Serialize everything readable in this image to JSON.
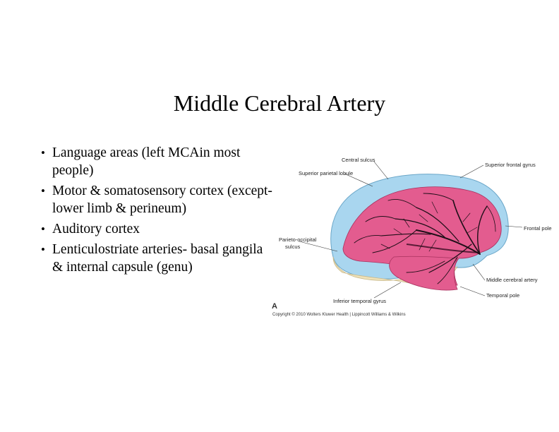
{
  "slide": {
    "title": "Middle Cerebral Artery",
    "bullets": [
      "Language areas (left MCAin most people)",
      "Motor & somatosensory cortex (except- lower limb & perineum)",
      "Auditory cortex",
      "Lenticulostriate arteries- basal gangila & internal capsule (genu)"
    ]
  },
  "figure": {
    "labels": {
      "central_sulcus": "Central sulcus",
      "superior_parietal_lobule": "Superior parietal lobule",
      "superior_frontal_gyrus": "Superior frontal gyrus",
      "frontal_pole": "Frontal pole",
      "parieto_occipital": "Parieto-occipital",
      "sulcus": "sulcus",
      "middle_cerebral_artery": "Middle cerebral artery",
      "temporal_pole": "Temporal pole",
      "inferior_temporal_gyrus": "Inferior temporal gyrus"
    },
    "panel_letter": "A",
    "copyright": "Copyright © 2010 Wolters Kluwer Health | Lippincott Williams & Wilkins",
    "colors": {
      "mca_territory": "#e35c8f",
      "aca_territory": "#a9d6ef",
      "pca_territory": "#efe2b9",
      "vessels": "#1f0f18"
    }
  }
}
